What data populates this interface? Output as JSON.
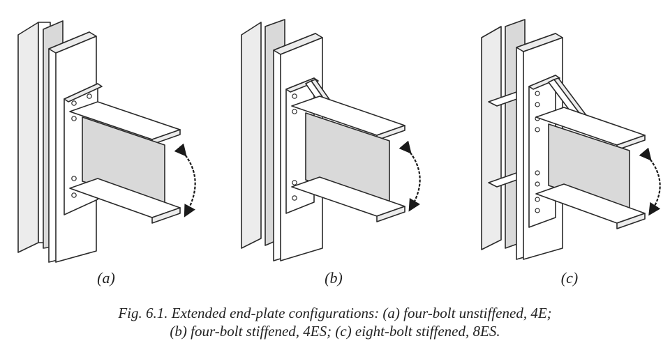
{
  "figure": {
    "panels": [
      {
        "label": "(a)",
        "config": "four-bolt unstiffened",
        "stiffened": false,
        "bolt_rows": 4
      },
      {
        "label": "(b)",
        "config": "four-bolt stiffened",
        "stiffened": true,
        "bolt_rows": 4
      },
      {
        "label": "(c)",
        "config": "eight-bolt stiffened",
        "stiffened": true,
        "bolt_rows": 8
      }
    ],
    "caption_line1": "Fig. 6.1.  Extended end-plate configurations: (a) four-bolt unstiffened, 4E;",
    "caption_line2": "(b) four-bolt stiffened, 4ES; (c) eight-bolt stiffened, 8ES."
  },
  "colors": {
    "ink": "#2a2a2a",
    "background": "#ffffff"
  }
}
